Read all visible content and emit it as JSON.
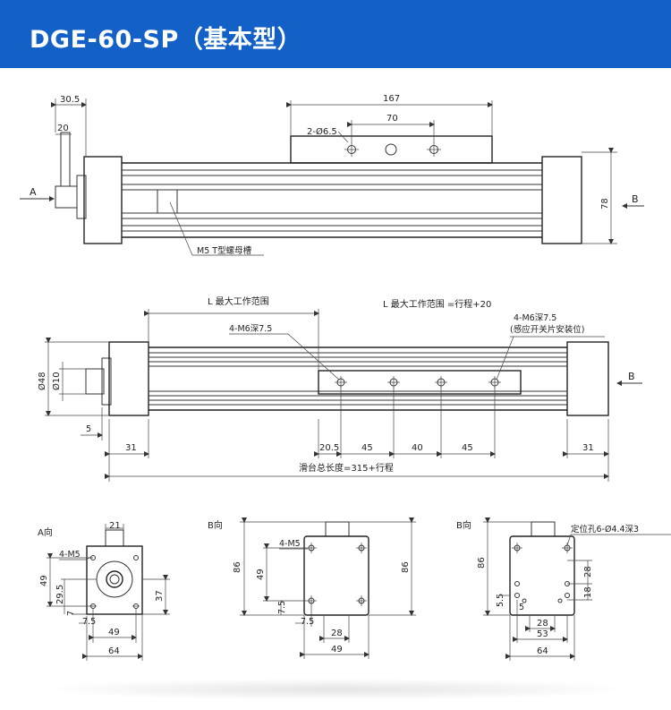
{
  "header": {
    "title": "DGE-60-SP（基本型）",
    "background": "#1361c6",
    "text_color": "#ffffff"
  },
  "top_view": {
    "dim_30_5": "30.5",
    "dim_20": "20",
    "dim_167": "167",
    "dim_70": "70",
    "hole_label": "2-Ø6.5",
    "dim_78": "78",
    "arrow_a": "A",
    "arrow_b": "B",
    "slot_label": "M5 T型螺母槽"
  },
  "side_view": {
    "l_work_range": "L 最大工作范围",
    "l_work_range_stroke": "L 最大工作范围 =行程+20",
    "hole_label_left": "4-M6深7.5",
    "hole_label_right": "4-M6深7.5",
    "hole_label_right_note": "(感应开关片安装位)",
    "dia_48": "Ø48",
    "dia_10": "Ø10",
    "arrow_b": "B",
    "dim_5": "5",
    "dim_31_left": "31",
    "dim_20_5": "20.5",
    "dim_45_a": "45",
    "dim_40": "40",
    "dim_45_b": "45",
    "dim_31_right": "31",
    "total_length": "滑台总长度=315+行程"
  },
  "view_a": {
    "label": "A向",
    "dim_21": "21",
    "hole_label": "4-M5",
    "dim_49_v": "49",
    "dim_29_5": "29.5",
    "dim_7": "7",
    "dim_7_5": "7.5",
    "dim_37": "37",
    "dim_49_h": "49",
    "dim_64": "64"
  },
  "view_b1": {
    "label": "B向",
    "hole_label": "4-M5",
    "dim_86_left": "86",
    "dim_49": "49",
    "dim_7_5_v": "7.5",
    "dim_86_right": "86",
    "dim_7_5_h": "7.5",
    "dim_28": "28",
    "dim_49_h": "49"
  },
  "view_b2": {
    "label": "B向",
    "hole_label": "定位孔6-Ø4.4深3",
    "dim_86": "86",
    "dim_28": "28",
    "dim_18": "18",
    "dim_5_5": "5.5",
    "dim_5": "5",
    "dim_28_h": "28",
    "dim_53": "53",
    "dim_64": "64"
  }
}
